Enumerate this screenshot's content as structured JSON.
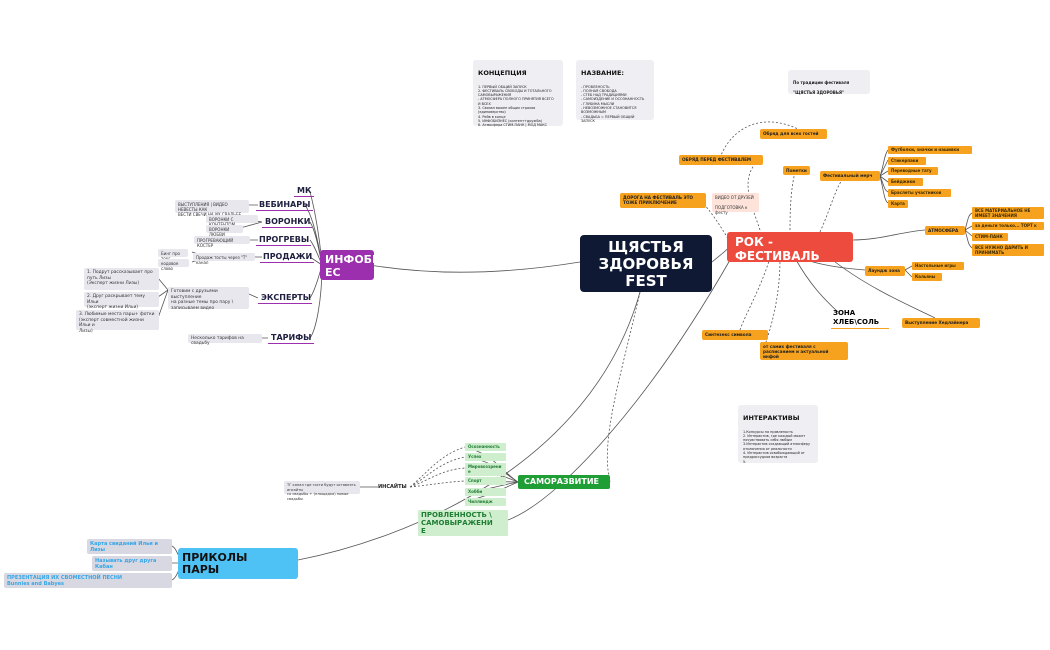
{
  "diagram": {
    "central": "ЩЯСТЬЯ\nЗДОРОВЬЯ\nFEST",
    "rock": {
      "title": "РОК -\nФЕСТИВАЛЬ",
      "rituals": "ОБРЯД ПЕРЕД ФЕСТИВАЛЕМ",
      "ritual_for_guests": "Обряд для всех гостей",
      "road": "ДОРОГА НА ФЕСТИВАЛЬ ЭТО\nТОЖЕ ПРИКЛЮЧЕНИЕ",
      "road_note": "ВИДЕО ОТ ДРУЗЕЙ\n\nПОДГОТОВКА к фесту",
      "poetry": "Пометки",
      "fest_merch": "Фестивальный мерч",
      "merch_items": [
        "Футболки, значки и нашивки",
        "Стикерпаки",
        "Переводные тату",
        "Бейджики",
        "Браслеты участников",
        "Карта"
      ],
      "atmosphere": "АТМОСФЕРА",
      "atmosphere_items": [
        "ВСЕ МАТЕРИАЛЬНОЕ НЕ\nИМЕЕТ ЗНАЧЕНИЯ",
        "за деньги только... ТОРТ к",
        "СТИМ-ПАНК",
        "ВСЕ НУЖНО ДАРИТЬ И\nПРИНИМАТЬ"
      ],
      "kids_zone": "Лаундж зона",
      "kids_items": [
        "Настольные игры",
        "Кальяны"
      ],
      "bread_zone": "ЗОНА\nХЛЕБ\\СОЛЬ",
      "headliner": "Выступление Хедлайнера",
      "coupons": "Синтезекс символа",
      "fest_open": "от самих фестиваля с\nрасписанием и актуальной\nинфой"
    },
    "concept": {
      "title": "КОНЦЕПЦИЯ",
      "content": "1. ПЕРВЫЙ ОБЩИЙ ЗАПУСК\n2. ФЕСТИВАЛЬ СВОБОДЫ И ТОТАЛЬНОГО\nСАМОВЫРАЖЕНИЯ\n- АТМОСФЕРА ПОЛНОГО ПРИНЯТИЯ ВСЕГО\nИ ВСЕХ\n3. Связан важен общих страхов\n(единоверство)\n4. Рейв в конце\n5. ИНФОБИЗНЕС (контент+дружба)\n6. Атмосфера СТИМ-ПАНК | МОД МАКС"
    },
    "name": {
      "title": "НАЗВАНИЕ:",
      "content": "- ПРОВЛЕНОСТЬ\n- ПОЛНАЯ СВОБОДА\n- СТЕБ НАД ТРАДИЦИЯМИ\n- САМОИЗДЕНИЕ И ОСОЗНАННОСТЬ\n- ГЛУБИНА МЫСЛИ\n- НЕВОЗМОЖНОЕ СТАНОВИТСЯ\nВОЗМОЖНЫМ\n- СВАДЬБА = ПЕРВЫЙ ОБЩИЙ ЗАПУСК"
    },
    "tradition": {
      "content": "По традиции фестиваля\n\n\"ЩЯСТЬЯ ЗДОРОВЬЯ\""
    },
    "interactives": {
      "title": "ИНТЕРАКТИВЫ",
      "content": "1.Конкурсы на прявленость\n2. Интерактив, где каждый может\nпочувствовать себя любым\n3.Интерактив создающий атмосферу\nотключения от реальности\n4. Интерактив освобождающий от\nпредрассудков возраста\n5."
    },
    "infobiz": {
      "title": "ИНФОБИЗН\nЕС",
      "branches": [
        "МК",
        "ВЕБИНАРЫ",
        "ВОРОНКИ",
        "ПРОГРЕВЫ",
        "ПРОДАЖИ",
        "ЭКСПЕРТЫ",
        "ТАРИФЫ"
      ],
      "webinar_note": "ВЫСТУПЛЕНИЯ | ВИДЕО НЕВЕСТЫ КАК\nВЕСТИ СВЕЧИ НА ИХ СВАДЬБЕ",
      "funnel_notes": [
        "ВОРОНКИ С КОНТЕНТОМ",
        "ВОРОНКИ ЛЮБВИ"
      ],
      "warmup_note": "ПРОГРЕВАЮЩИЙ КОСТЕР",
      "sales_note": "Продаж тосты через \"Т\" канал",
      "sales_subnotes": [
        "Бинг про торг",
        "кодовое слово"
      ],
      "experts_note": "Готовим с друзьями выступление\nна разные темы про пару \\\nзаписываем видео",
      "experts_subnotes": [
        "1. Подрут рассказывает про\nпуть Лизы\n(Эксперт жизни Лизы)",
        "2. Друг раскрывает тему Ильи\n(эксперт жизни Ильи)",
        "3. Любимые места пары+ фотки\n(эксперт совместной жизни Ильи и\nЛизы)"
      ],
      "tariffs_note": "Несколько тарифов на свадьбу"
    },
    "self_dev": {
      "title": "САМОРАЗВИТИЕ",
      "items": [
        "Осознанность",
        "Успех",
        "Мировоззрени\nе",
        "Спорт",
        "Хобби",
        "Чиллиндж"
      ],
      "insights": "ИНСАЙТЫ",
      "insights_note": "ТГ канал где гости будут оставлять инсайты\nсо свадьбы + (площадка) новые свадьбы",
      "provlenost": "ПРОВЛЕННОСТЬ \\\nСАМОВЫРАЖЕНИ\nЕ"
    },
    "jokes": {
      "title": "ПРИКОЛЫ\nПАРЫ",
      "items": [
        "Карта свиданий Ильи и\nЛизы",
        "Называть друг друга\nКабан",
        "ПРЕЗЕНТАЦИЯ ИХ СВОМЕСТНОЙ ПЕСНИ\nBunnies and Babyes"
      ]
    },
    "colors": {
      "red": "#ee4b3f",
      "purple": "#9b2fae",
      "green": "#1f9e35",
      "blue": "#4fc2f5",
      "orange": "#f6a21e",
      "navy": "#0f1933"
    }
  }
}
